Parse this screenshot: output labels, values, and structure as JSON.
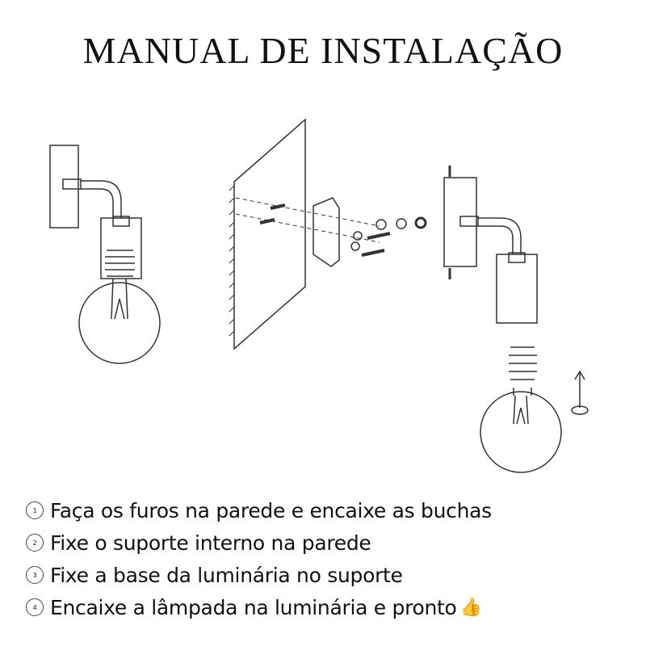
{
  "title": "MANUAL DE INSTALAÇÃO",
  "steps": [
    {
      "number": "1",
      "text": "Faça os furos na parede e encaixe as buchas"
    },
    {
      "number": "2",
      "text": "Fixe o suporte interno na parede"
    },
    {
      "number": "3",
      "text": "Fixe a base da luminária no suporte"
    },
    {
      "number": "4",
      "text": "Encaixe a lâmpada na luminária e pronto",
      "icon": "thumbs-up-icon"
    }
  ]
}
